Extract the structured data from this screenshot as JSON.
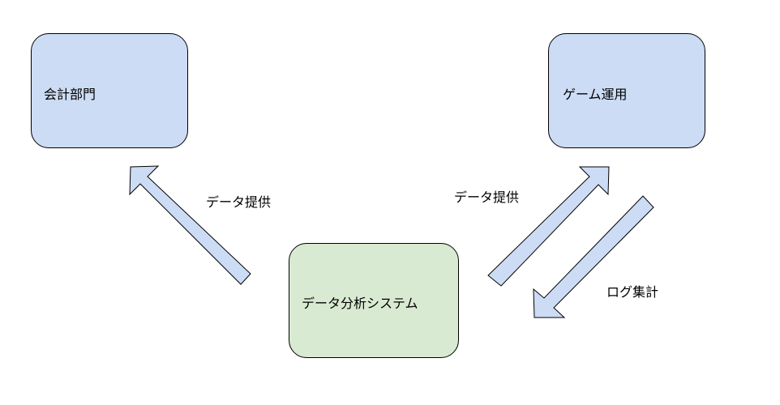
{
  "nodes": {
    "accounting": {
      "label": "会計部門"
    },
    "game_ops": {
      "label": "ゲーム運用"
    },
    "analytics": {
      "label": "データ分析システム"
    }
  },
  "edges": {
    "to_accounting": {
      "label": "データ提供"
    },
    "to_game_ops": {
      "label": "データ提供"
    },
    "log_collect": {
      "label": "ログ集計"
    }
  },
  "colors": {
    "department_fill": "#cddcf5",
    "system_fill": "#d8ead1",
    "arrow_fill": "#cddcf5",
    "stroke": "#000000"
  }
}
